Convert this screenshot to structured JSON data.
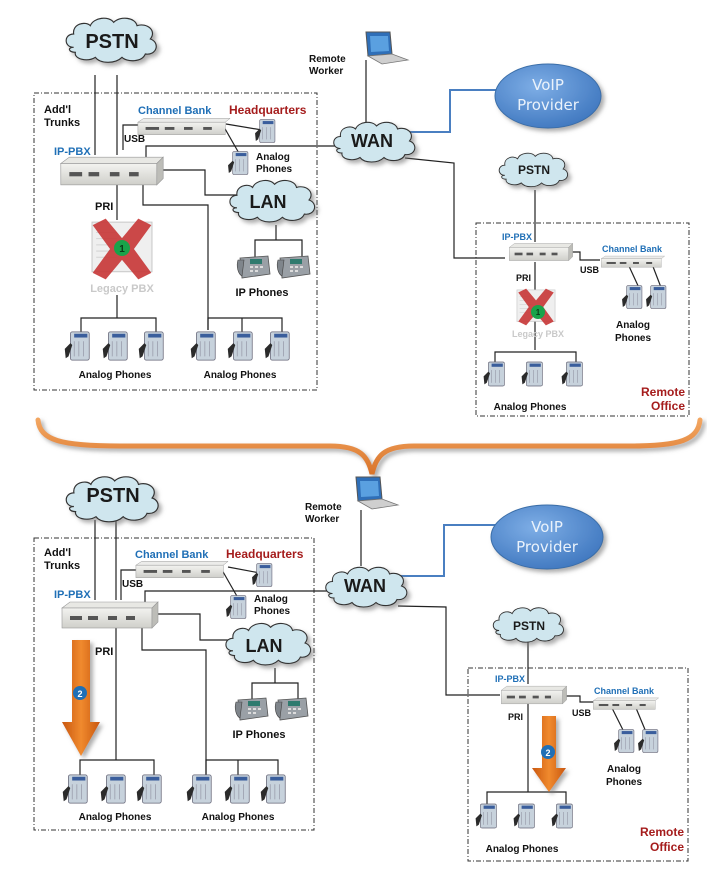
{
  "diagram": {
    "before": {
      "pstn_hq": "PSTN",
      "remote_worker": [
        "Remote",
        "Worker"
      ],
      "voip_provider": [
        "VoIP",
        "Provider"
      ],
      "wan": "WAN",
      "lan": "LAN",
      "addl_trunks": [
        "Add'l",
        "Trunks"
      ],
      "channel_bank": "Channel Bank",
      "headquarters": "Headquarters",
      "usb": "USB",
      "ip_pbx": "IP-PBX",
      "analog_phones_cb": [
        "Analog",
        "Phones"
      ],
      "pri": "PRI",
      "legacy_pbx": "Legacy PBX",
      "step_badge": "1",
      "ip_phones": "IP Phones",
      "analog_phones_left": "Analog Phones",
      "analog_phones_right": "Analog Phones",
      "remote_office": {
        "pstn": "PSTN",
        "ip_pbx": "IP-PBX",
        "channel_bank": "Channel Bank",
        "usb": "USB",
        "pri": "PRI",
        "legacy_pbx": "Legacy PBX",
        "step_badge": "1",
        "analog_phones_cb": [
          "Analog",
          "Phones"
        ],
        "analog_phones": "Analog Phones",
        "title": [
          "Remote",
          "Office"
        ]
      }
    },
    "after": {
      "pstn_hq": "PSTN",
      "remote_worker": [
        "Remote",
        "Worker"
      ],
      "voip_provider": [
        "VoIP",
        "Provider"
      ],
      "wan": "WAN",
      "lan": "LAN",
      "addl_trunks": [
        "Add'l",
        "Trunks"
      ],
      "channel_bank": "Channel Bank",
      "headquarters": "Headquarters",
      "usb": "USB",
      "ip_pbx": "IP-PBX",
      "analog_phones_cb": [
        "Analog",
        "Phones"
      ],
      "pri": "PRI",
      "step_badge": "2",
      "ip_phones": "IP Phones",
      "analog_phones_left": "Analog Phones",
      "analog_phones_right": "Analog Phones",
      "remote_office": {
        "pstn": "PSTN",
        "ip_pbx": "IP-PBX",
        "channel_bank": "Channel Bank",
        "usb": "USB",
        "pri": "PRI",
        "step_badge": "2",
        "analog_phones_cb": [
          "Analog",
          "Phones"
        ],
        "analog_phones": "Analog Phones",
        "title": [
          "Remote",
          "Office"
        ]
      }
    }
  },
  "colors": {
    "cloud_fill": "#cfe6ee",
    "voip_fill": "#5a8fd0",
    "x_mark": "#c83a3a",
    "badge_green": "#19a34a",
    "badge_blue": "#1f6fb6",
    "arrow_orange": "#e8731e",
    "brace_orange": "#e88a3a",
    "label_blue": "#1f6fb6",
    "label_red": "#a51c1c"
  }
}
